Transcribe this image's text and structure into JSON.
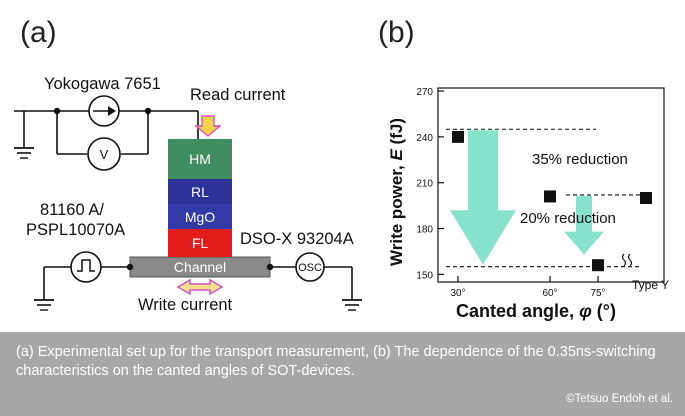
{
  "panel_a": {
    "label": "(a)",
    "instrument_top": "Yokogawa 7651",
    "read_current": "Read current",
    "pulse_gen_line1": "81160 A/",
    "pulse_gen_line2": "PSPL10070A",
    "scope": "DSO-X 93204A",
    "layers": [
      "HM",
      "RL",
      "MgO",
      "FL"
    ],
    "channel": "Channel",
    "osc": "OSC",
    "voltmeter": "V",
    "write_current": "Write current"
  },
  "panel_b": {
    "label": "(b)",
    "ylabel_prefix": "Write power, ",
    "ylabel_symbol": "E",
    "ylabel_unit": " (fJ)",
    "xlabel_prefix": "Canted angle, ",
    "xlabel_symbol": "φ",
    "xlabel_unit": " (°)",
    "annotation_1": "35% reduction",
    "annotation_2": "20% reduction",
    "type_label": "Type Y"
  },
  "chart_data": {
    "type": "scatter",
    "x_tick_labels": [
      "30°",
      "60°",
      "75°"
    ],
    "y_ticks": [
      150,
      180,
      210,
      240,
      270
    ],
    "ylim": [
      145,
      272
    ],
    "points": [
      {
        "x": "30°",
        "y": 240
      },
      {
        "x": "60°",
        "y": 201
      },
      {
        "x": "75°",
        "y": 156
      },
      {
        "x": "Type Y",
        "y": 200
      }
    ],
    "reference_lines": [
      245,
      155,
      202
    ],
    "reductions": [
      "35% reduction",
      "20% reduction"
    ]
  },
  "caption": "(a) Experimental set up for the transport measurement, (b) The dependence of the 0.35ns-switching characteristics on the canted angles of SOT-devices.",
  "credit": "©Tetsuo Endoh et al.",
  "colors": {
    "hm": "#3f8d61",
    "rl": "#2b3399",
    "mgo": "#303ba8",
    "fl": "#e41b1b",
    "channel": "#8a8a8a",
    "arrow": "#7fe0c8",
    "read_arrow": "#f1d44a",
    "write_arrow": "#f4e38a",
    "caption_bg": "#a7a7a7"
  }
}
